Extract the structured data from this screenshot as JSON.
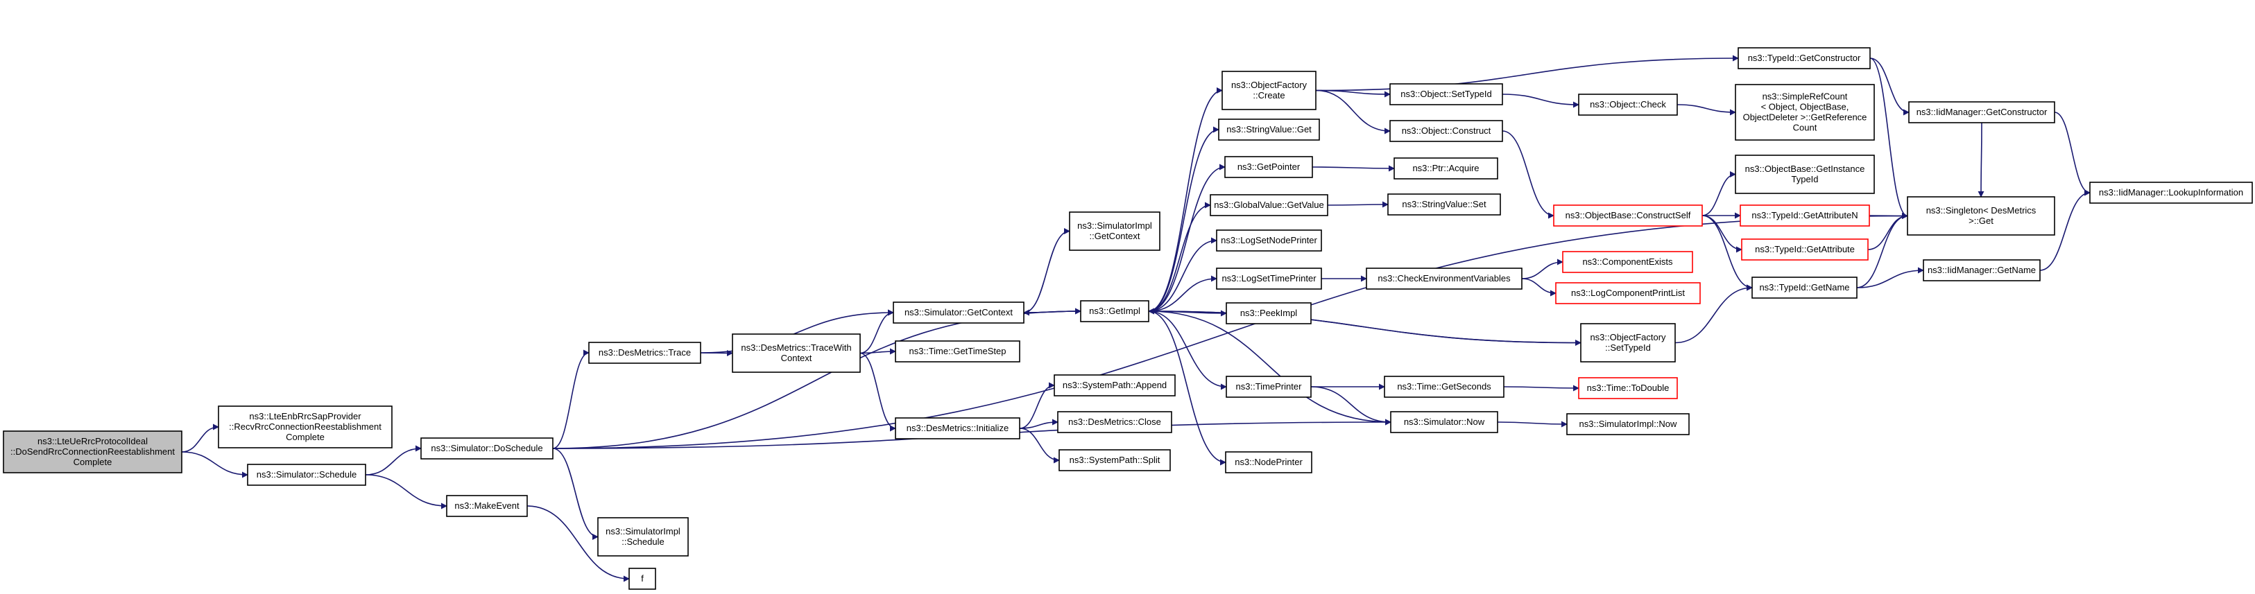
{
  "colors": {
    "edge": "#191970",
    "node_border": "#000000",
    "node_border_incomplete": "#ff0000",
    "root_fill": "#bfbfbf",
    "node_fill": "#ffffff"
  },
  "nodes": [
    {
      "id": "root",
      "lines": [
        "ns3::LteUeRrcProtocolIdeal",
        "::DoSendRrcConnectionReestablishment",
        "Complete"
      ],
      "style": "root"
    },
    {
      "id": "recvRrc",
      "lines": [
        "ns3::LteEnbRrcSapProvider",
        "::RecvRrcConnectionReestablishment",
        "Complete"
      ],
      "style": "normal"
    },
    {
      "id": "schedule",
      "lines": [
        "ns3::Simulator::Schedule"
      ],
      "style": "normal"
    },
    {
      "id": "doSchedule",
      "lines": [
        "ns3::Simulator::DoSchedule"
      ],
      "style": "normal"
    },
    {
      "id": "makeEvent",
      "lines": [
        "ns3::MakeEvent"
      ],
      "style": "normal"
    },
    {
      "id": "simImplSchedule",
      "lines": [
        "ns3::SimulatorImpl",
        "::Schedule"
      ],
      "style": "normal"
    },
    {
      "id": "f",
      "lines": [
        "f"
      ],
      "style": "normal"
    },
    {
      "id": "desTrace",
      "lines": [
        "ns3::DesMetrics::Trace"
      ],
      "style": "normal"
    },
    {
      "id": "traceWith",
      "lines": [
        "ns3::DesMetrics::TraceWith",
        "Context"
      ],
      "style": "normal"
    },
    {
      "id": "getContext",
      "lines": [
        "ns3::Simulator::GetContext"
      ],
      "style": "normal"
    },
    {
      "id": "getTimeStep",
      "lines": [
        "ns3::Time::GetTimeStep"
      ],
      "style": "normal"
    },
    {
      "id": "desInit",
      "lines": [
        "ns3::DesMetrics::Initialize"
      ],
      "style": "normal"
    },
    {
      "id": "simImplGetContext",
      "lines": [
        "ns3::SimulatorImpl",
        "::GetContext"
      ],
      "style": "normal"
    },
    {
      "id": "getImpl",
      "lines": [
        "ns3::GetImpl"
      ],
      "style": "normal"
    },
    {
      "id": "sysAppend",
      "lines": [
        "ns3::SystemPath::Append"
      ],
      "style": "normal"
    },
    {
      "id": "desClose",
      "lines": [
        "ns3::DesMetrics::Close"
      ],
      "style": "normal"
    },
    {
      "id": "sysSplit",
      "lines": [
        "ns3::SystemPath::Split"
      ],
      "style": "normal"
    },
    {
      "id": "objFactoryCreate",
      "lines": [
        "ns3::ObjectFactory",
        "::Create"
      ],
      "style": "normal"
    },
    {
      "id": "stringValueGet",
      "lines": [
        "ns3::StringValue::Get"
      ],
      "style": "normal"
    },
    {
      "id": "getPointer",
      "lines": [
        "ns3::GetPointer"
      ],
      "style": "normal"
    },
    {
      "id": "globalGetValue",
      "lines": [
        "ns3::GlobalValue::GetValue"
      ],
      "style": "normal"
    },
    {
      "id": "logSetNodePrinter",
      "lines": [
        "ns3::LogSetNodePrinter"
      ],
      "style": "normal"
    },
    {
      "id": "logSetTimePrinter",
      "lines": [
        "ns3::LogSetTimePrinter"
      ],
      "style": "normal"
    },
    {
      "id": "peekImpl",
      "lines": [
        "ns3::PeekImpl"
      ],
      "style": "normal"
    },
    {
      "id": "timePrinter",
      "lines": [
        "ns3::TimePrinter"
      ],
      "style": "normal"
    },
    {
      "id": "nodePrinter",
      "lines": [
        "ns3::NodePrinter"
      ],
      "style": "normal"
    },
    {
      "id": "objSetTypeId",
      "lines": [
        "ns3::Object::SetTypeId"
      ],
      "style": "normal"
    },
    {
      "id": "objConstruct",
      "lines": [
        "ns3::Object::Construct"
      ],
      "style": "normal"
    },
    {
      "id": "ptrAcquire",
      "lines": [
        "ns3::Ptr::Acquire"
      ],
      "style": "normal"
    },
    {
      "id": "stringValueSet",
      "lines": [
        "ns3::StringValue::Set"
      ],
      "style": "normal"
    },
    {
      "id": "checkEnv",
      "lines": [
        "ns3::CheckEnvironmentVariables"
      ],
      "style": "normal"
    },
    {
      "id": "timeGetSeconds",
      "lines": [
        "ns3::Time::GetSeconds"
      ],
      "style": "normal"
    },
    {
      "id": "simNow",
      "lines": [
        "ns3::Simulator::Now"
      ],
      "style": "normal"
    },
    {
      "id": "typeIdGetConstructor",
      "lines": [
        "ns3::TypeId::GetConstructor"
      ],
      "style": "normal"
    },
    {
      "id": "objCheck",
      "lines": [
        "ns3::Object::Check"
      ],
      "style": "normal"
    },
    {
      "id": "objBaseConstructSelf",
      "lines": [
        "ns3::ObjectBase::ConstructSelf"
      ],
      "style": "incomplete"
    },
    {
      "id": "componentExists",
      "lines": [
        "ns3::ComponentExists"
      ],
      "style": "incomplete"
    },
    {
      "id": "logComponentPrintList",
      "lines": [
        "ns3::LogComponentPrintList"
      ],
      "style": "incomplete"
    },
    {
      "id": "objFactorySetTypeId",
      "lines": [
        "ns3::ObjectFactory",
        "::SetTypeId"
      ],
      "style": "normal"
    },
    {
      "id": "timeToDouble",
      "lines": [
        "ns3::Time::ToDouble"
      ],
      "style": "incomplete"
    },
    {
      "id": "simImplNow",
      "lines": [
        "ns3::SimulatorImpl::Now"
      ],
      "style": "normal"
    },
    {
      "id": "simpleRefCount",
      "lines": [
        "ns3::SimpleRefCount",
        "< Object, ObjectBase,",
        "ObjectDeleter >::GetReference",
        "Count"
      ],
      "style": "normal"
    },
    {
      "id": "objBaseGetInstanceTypeId",
      "lines": [
        "ns3::ObjectBase::GetInstance",
        "TypeId"
      ],
      "style": "normal"
    },
    {
      "id": "typeIdGetAttributeN",
      "lines": [
        "ns3::TypeId::GetAttributeN"
      ],
      "style": "incomplete"
    },
    {
      "id": "typeIdGetAttribute",
      "lines": [
        "ns3::TypeId::GetAttribute"
      ],
      "style": "incomplete"
    },
    {
      "id": "typeIdGetName",
      "lines": [
        "ns3::TypeId::GetName"
      ],
      "style": "normal"
    },
    {
      "id": "iidGetConstructor",
      "lines": [
        "ns3::IidManager::GetConstructor"
      ],
      "style": "normal"
    },
    {
      "id": "singletonGet",
      "lines": [
        "ns3::Singleton< DesMetrics",
        " >::Get"
      ],
      "style": "normal"
    },
    {
      "id": "iidGetName",
      "lines": [
        "ns3::IidManager::GetName"
      ],
      "style": "normal"
    },
    {
      "id": "iidLookup",
      "lines": [
        "ns3::IidManager::LookupInformation"
      ],
      "style": "normal"
    }
  ],
  "edges": [
    [
      "root",
      "recvRrc"
    ],
    [
      "root",
      "schedule"
    ],
    [
      "schedule",
      "doSchedule"
    ],
    [
      "schedule",
      "makeEvent"
    ],
    [
      "doSchedule",
      "desTrace"
    ],
    [
      "doSchedule",
      "getImpl"
    ],
    [
      "doSchedule",
      "simImplSchedule"
    ],
    [
      "doSchedule",
      "simNow"
    ],
    [
      "doSchedule",
      "singletonGet"
    ],
    [
      "makeEvent",
      "f"
    ],
    [
      "desTrace",
      "getContext"
    ],
    [
      "desTrace",
      "traceWith"
    ],
    [
      "traceWith",
      "getContext"
    ],
    [
      "traceWith",
      "getTimeStep"
    ],
    [
      "traceWith",
      "desInit"
    ],
    [
      "getContext",
      "simImplGetContext"
    ],
    [
      "getContext",
      "getImpl"
    ],
    [
      "desInit",
      "sysAppend"
    ],
    [
      "desInit",
      "desClose"
    ],
    [
      "desInit",
      "sysSplit"
    ],
    [
      "getImpl",
      "getContext"
    ],
    [
      "getImpl",
      "objFactoryCreate"
    ],
    [
      "getImpl",
      "stringValueGet"
    ],
    [
      "getImpl",
      "getPointer"
    ],
    [
      "getImpl",
      "globalGetValue"
    ],
    [
      "getImpl",
      "logSetNodePrinter"
    ],
    [
      "getImpl",
      "logSetTimePrinter"
    ],
    [
      "getImpl",
      "peekImpl"
    ],
    [
      "getImpl",
      "timePrinter"
    ],
    [
      "getImpl",
      "nodePrinter"
    ],
    [
      "getImpl",
      "objFactorySetTypeId"
    ],
    [
      "objFactoryCreate",
      "objSetTypeId"
    ],
    [
      "objFactoryCreate",
      "objConstruct"
    ],
    [
      "objFactoryCreate",
      "typeIdGetConstructor"
    ],
    [
      "objSetTypeId",
      "objCheck"
    ],
    [
      "objCheck",
      "simpleRefCount"
    ],
    [
      "objConstruct",
      "objBaseConstructSelf"
    ],
    [
      "getPointer",
      "ptrAcquire"
    ],
    [
      "globalGetValue",
      "stringValueSet"
    ],
    [
      "logSetTimePrinter",
      "checkEnv"
    ],
    [
      "checkEnv",
      "componentExists"
    ],
    [
      "checkEnv",
      "logComponentPrintList"
    ],
    [
      "timePrinter",
      "timeGetSeconds"
    ],
    [
      "timePrinter",
      "simNow"
    ],
    [
      "timeGetSeconds",
      "timeToDouble"
    ],
    [
      "simNow",
      "getImpl"
    ],
    [
      "simNow",
      "simImplNow"
    ],
    [
      "objBaseConstructSelf",
      "objBaseGetInstanceTypeId"
    ],
    [
      "objBaseConstructSelf",
      "typeIdGetAttributeN"
    ],
    [
      "objBaseConstructSelf",
      "typeIdGetAttribute"
    ],
    [
      "objBaseConstructSelf",
      "typeIdGetName"
    ],
    [
      "objFactorySetTypeId",
      "getImpl"
    ],
    [
      "objFactorySetTypeId",
      "typeIdGetName"
    ],
    [
      "typeIdGetConstructor",
      "iidGetConstructor"
    ],
    [
      "typeIdGetConstructor",
      "singletonGet"
    ],
    [
      "iidGetConstructor",
      "iidLookup"
    ],
    [
      "iidGetConstructor",
      "singletonGet"
    ],
    [
      "typeIdGetAttributeN",
      "singletonGet"
    ],
    [
      "typeIdGetAttribute",
      "singletonGet"
    ],
    [
      "typeIdGetName",
      "singletonGet"
    ],
    [
      "typeIdGetName",
      "iidGetName"
    ],
    [
      "iidGetName",
      "iidLookup"
    ]
  ]
}
